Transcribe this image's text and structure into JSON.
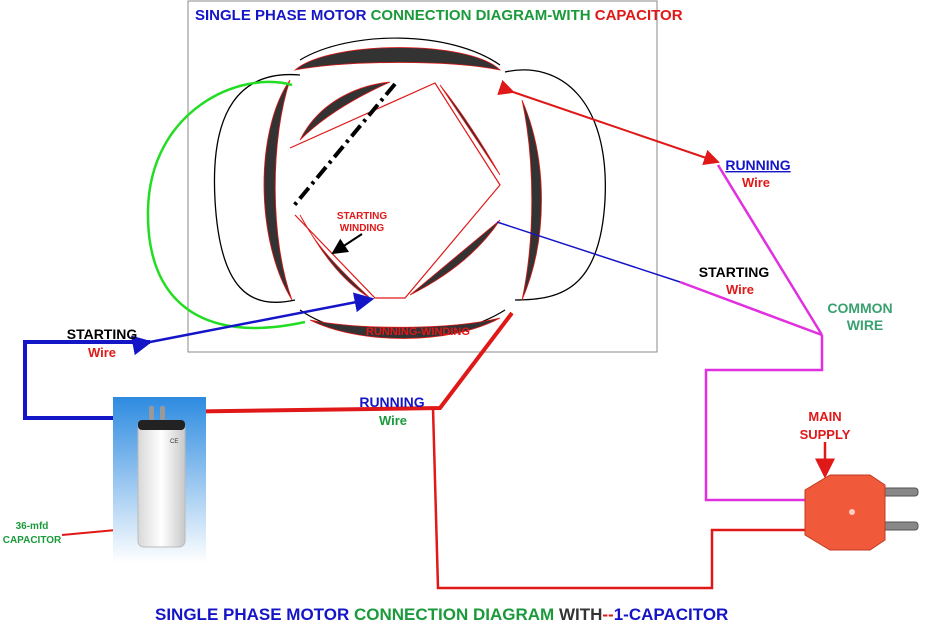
{
  "title": {
    "part1": "SINGLE PHASE MOTOR",
    "part2": "CONNECTION DIAGRAM-WITH",
    "part3": "CAPACITOR"
  },
  "bottom_title": {
    "part1": "SINGLE PHASE MOTOR",
    "part2": "CONNECTION DIAGRAM",
    "part3": "WITH",
    "part4": "--",
    "part5": "1-CAPACITOR"
  },
  "labels": {
    "starting_winding_1": "STARTING",
    "starting_winding_2": "WINDING",
    "running_winding": "RUNNING-WINDING",
    "running_wire_top_1": "RUNNING",
    "running_wire_top_2": "Wire",
    "starting_wire_right_1": "STARTING",
    "starting_wire_right_2": "Wire",
    "common_wire_1": "COMMON",
    "common_wire_2": "WIRE",
    "starting_wire_left_1": "STARTING",
    "starting_wire_left_2": "Wire",
    "running_wire_mid_1": "RUNNING",
    "running_wire_mid_2": "Wire",
    "main_supply_1": "MAIN",
    "main_supply_2": "SUPPLY",
    "capacitor_1": "36-mfd",
    "capacitor_2": "CAPACITOR"
  },
  "colors": {
    "blue": "#1515c8",
    "green": "#1a9a3a",
    "red": "#e01818",
    "magenta": "#e030e0",
    "plug": "#f05a3a",
    "common": "#3aa070"
  }
}
